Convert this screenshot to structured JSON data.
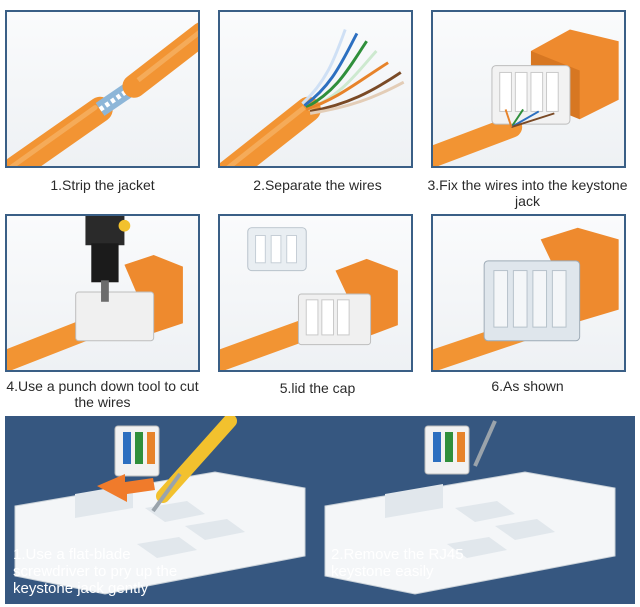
{
  "steps": [
    {
      "caption": "1.Strip the jacket"
    },
    {
      "caption": "2.Separate the wires"
    },
    {
      "caption": "3.Fix the wires into the keystone jack"
    },
    {
      "caption": "4.Use a punch down tool to cut the wires"
    },
    {
      "caption": "5.lid the cap"
    },
    {
      "caption": "6.As shown"
    }
  ],
  "removal": [
    {
      "caption": "1.Use a flat-blade screwdriver to pry up the keystone jack gently"
    },
    {
      "caption": "2.Remove the RJ45 keystone easily"
    }
  ],
  "colors": {
    "cable": "#f29433",
    "jack": "#ee8a2e",
    "frame": "#3a5f86",
    "banner": "#365780",
    "arrow": "#f07b2b"
  }
}
